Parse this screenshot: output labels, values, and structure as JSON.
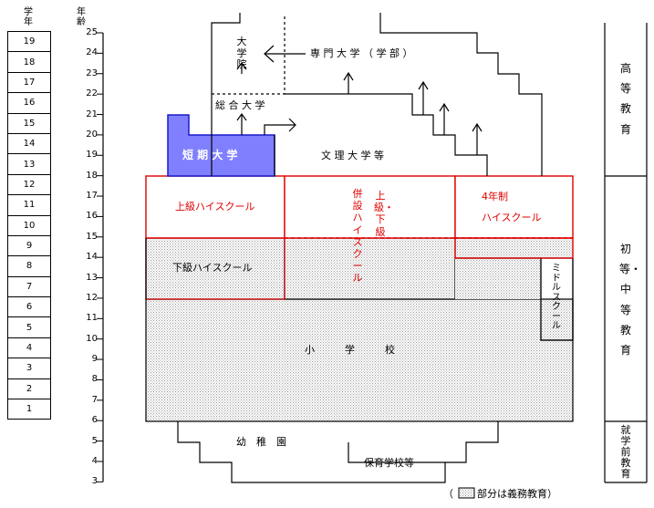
{
  "header": {
    "grade_label": "学年",
    "age_label": "年齢"
  },
  "grades": [
    "19",
    "18",
    "17",
    "16",
    "15",
    "14",
    "13",
    "12",
    "11",
    "10",
    "9",
    "8",
    "7",
    "6",
    "5",
    "4",
    "3",
    "2",
    "1"
  ],
  "ages": [
    "25",
    "24",
    "23",
    "22",
    "21",
    "20",
    "19",
    "18",
    "17",
    "16",
    "15",
    "14",
    "13",
    "12",
    "11",
    "10",
    "9",
    "8",
    "7",
    "6",
    "5",
    "4",
    "3"
  ],
  "schools": {
    "graduate_school": "大学院",
    "professional_university": "専 門 大 学 （ 学 部 ）",
    "comprehensive_university": "総 合 大 学",
    "junior_college": "短 期 大 学",
    "liberal_arts_university": "文 理 大 学 等",
    "upper_high_school": "上級ハイスクール",
    "combined_high_school_1": "併設ハイスクール",
    "combined_high_school_2": "上級・下級",
    "four_year_high_school_1": "4年制",
    "four_year_high_school_2": "ハイスクール",
    "lower_high_school": "下級ハイスクール",
    "middle_school": "ミドルスクール",
    "elementary_school": "小　　　学　　　校",
    "kindergarten": "幼　稚　園",
    "nursery_school": "保育学校等"
  },
  "stages": {
    "higher_education": "高等教育",
    "primary_secondary": "初等・中等教育",
    "preschool": "就学前教育"
  },
  "legend": {
    "open_paren": "（",
    "text": "部分は義務教育）"
  },
  "colors": {
    "red_lines": "#e00000",
    "junior_college_fill": "#8080ff",
    "junior_college_border": "#1a1acc",
    "compulsory_pattern": "#a0a0a0"
  }
}
